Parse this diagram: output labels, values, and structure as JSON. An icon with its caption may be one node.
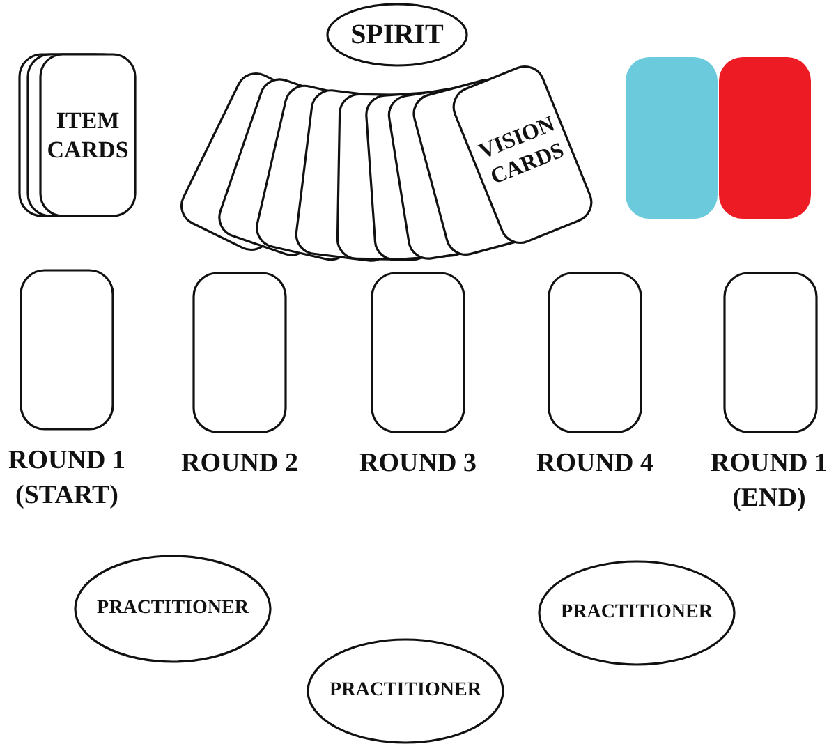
{
  "diagram": {
    "nodes": [
      {
        "text": [
          "ITEM CARDS"
        ]
      },
      {
        "text": [
          "SPIRIT"
        ]
      },
      {
        "text": [
          "VISION CARDS"
        ]
      },
      {
        "text": [],
        "shape": "box"
      },
      {
        "text": [],
        "shape": "box"
      },
      {
        "text": [],
        "shape": "box",
        "beside": [
          "ROUND 1 (START)"
        ]
      },
      {
        "text": [],
        "shape": "box",
        "beside": [
          "ROUND 2"
        ]
      },
      {
        "text": [],
        "shape": "box",
        "beside": [
          "ROUND 3"
        ]
      },
      {
        "text": [],
        "shape": "box",
        "beside": [
          "ROUND 4"
        ]
      },
      {
        "text": [],
        "shape": "box",
        "beside": [
          "ROUND 1 (END)"
        ]
      },
      {
        "text": [
          "PRACTITIONER"
        ]
      },
      {
        "text": [
          "PRACTITIONER"
        ]
      },
      {
        "text": [
          "PRACTITIONER"
        ]
      }
    ]
  }
}
